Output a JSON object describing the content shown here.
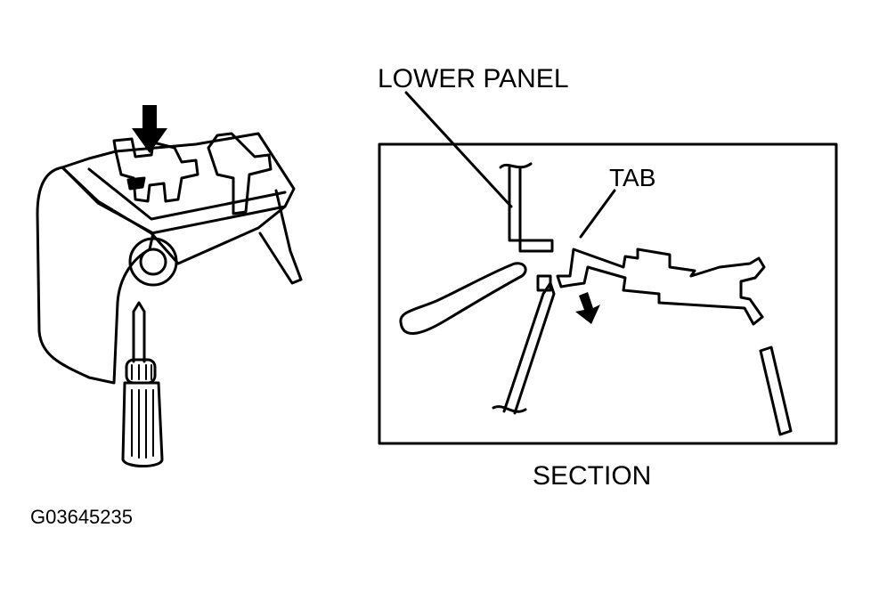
{
  "labels": {
    "lower_panel": "LOWER PANEL",
    "tab": "TAB",
    "section": "SECTION",
    "figure_id": "G03645235"
  },
  "colors": {
    "ink": "#000000",
    "paper": "#ffffff"
  }
}
